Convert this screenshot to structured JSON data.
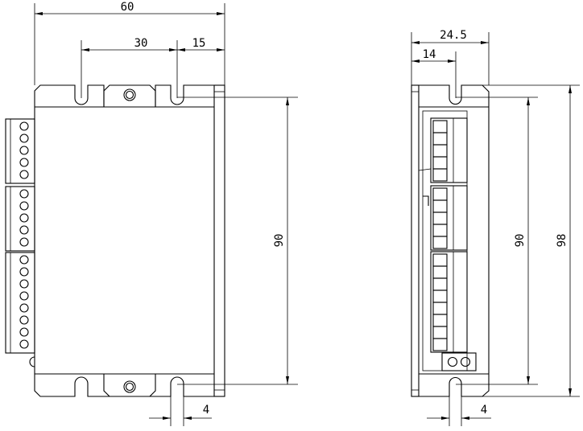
{
  "front_view": {
    "width_label": "60",
    "slot_spacing_label": "30",
    "slot_edge_label": "15",
    "slot_pitch_label": "90",
    "slot_width_label": "4",
    "terminal_blocks": [
      5,
      5,
      8
    ]
  },
  "side_view": {
    "depth_label": "24.5",
    "slot_offset_label": "14",
    "slot_pitch_label": "90",
    "height_label": "98",
    "slot_width_label": "4",
    "terminal_blocks": [
      5,
      5,
      8
    ]
  },
  "colors": {
    "line": "#000000",
    "background": "#ffffff"
  }
}
